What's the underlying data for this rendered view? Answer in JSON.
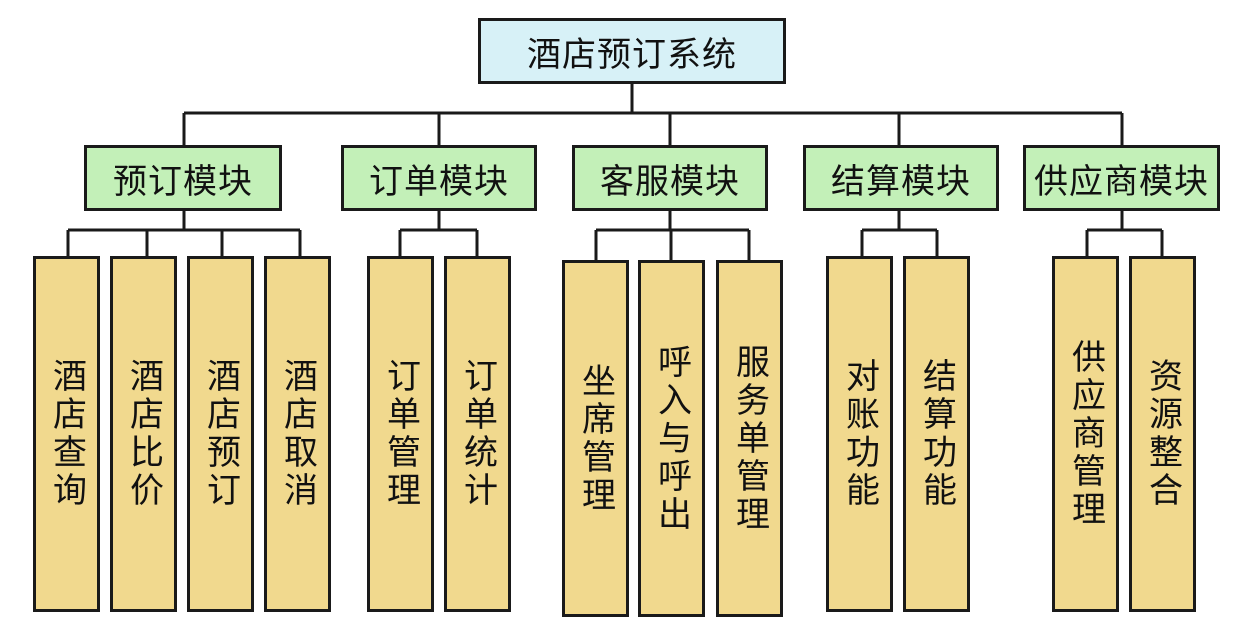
{
  "root": "酒店预订系统",
  "modules": [
    {
      "label": "预订模块",
      "items": [
        "酒店查询",
        "酒店比价",
        "酒店预订",
        "酒店取消"
      ]
    },
    {
      "label": "订单模块",
      "items": [
        "订单管理",
        "订单统计"
      ]
    },
    {
      "label": "客服模块",
      "items": [
        "坐席管理",
        "呼入与呼出",
        "服务单管理"
      ]
    },
    {
      "label": "结算模块",
      "items": [
        "对账功能",
        "结算功能"
      ]
    },
    {
      "label": "供应商模块",
      "items": [
        "供应商管理",
        "资源整合"
      ]
    }
  ]
}
